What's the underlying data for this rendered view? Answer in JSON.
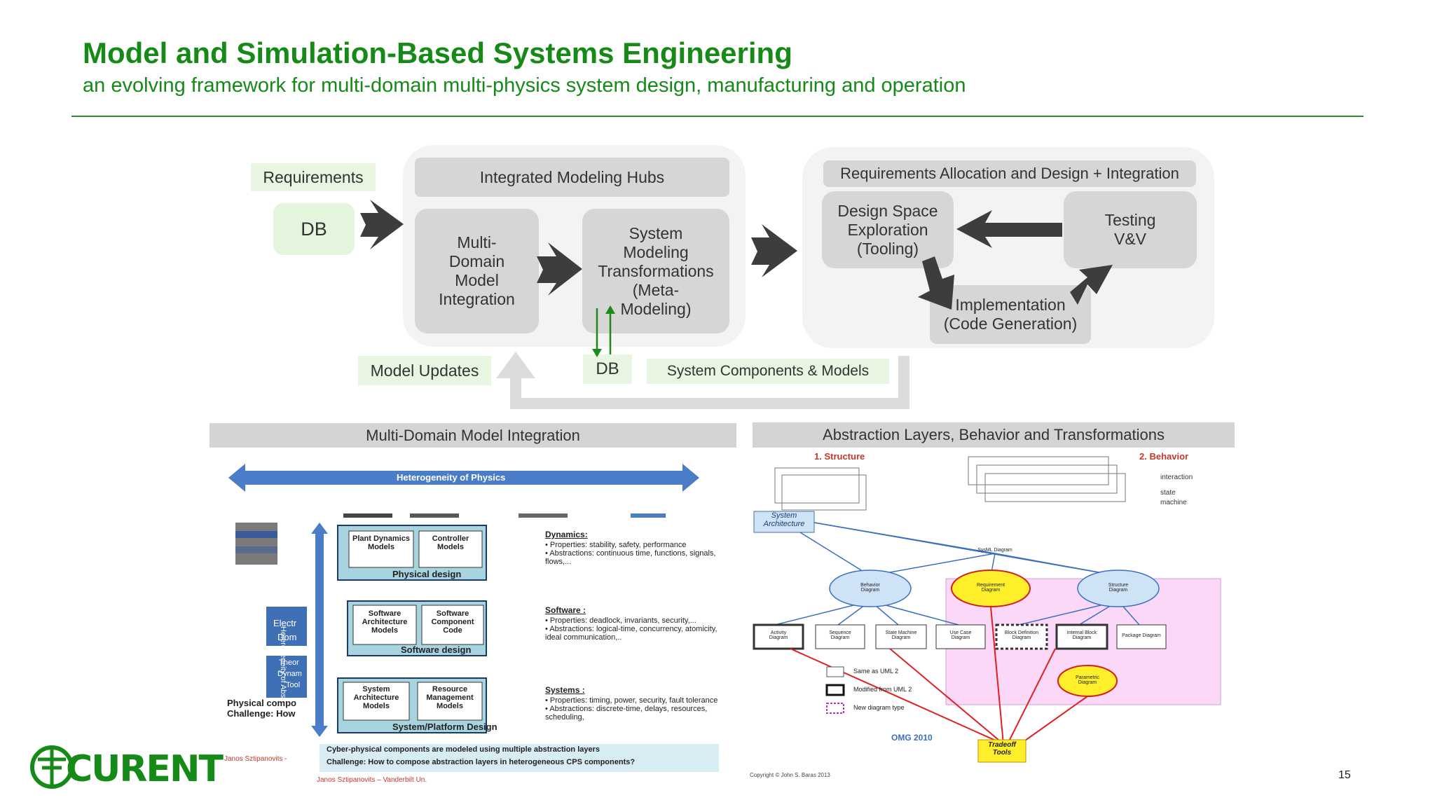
{
  "slide": {
    "title": "Model and Simulation-Based Systems Engineering",
    "subtitle": "an evolving framework for multi-domain multi-physics system design, manufacturing and operation",
    "page_number": "15",
    "accent_color": "#168a16"
  },
  "top_diagram": {
    "requirements": "Requirements",
    "db_left": "DB",
    "hubs_header": "Integrated Modeling Hubs",
    "mdmi_box": "Multi-\nDomain\nModel\nIntegration",
    "smt_box": "System\nModeling\nTransformations\n(Meta-\nModeling)",
    "db_center": "DB",
    "model_updates": "Model Updates",
    "system_components": "System Components & Models",
    "right_header": "Requirements Allocation and Design + Integration",
    "dse_box": "Design Space\nExploration\n(Tooling)",
    "testing_box": "Testing\nV&V",
    "impl_box": "Implementation\n(Code Generation)"
  },
  "lower_left": {
    "header": "Multi-Domain Model Integration",
    "heterogeneity_physics": "Heterogeneity of Physics",
    "heterogeneity_abstractions": "Heterogeneity of Abstractions",
    "layers": [
      {
        "left": "Plant Dynamics\nModels",
        "right": "Controller\nModels",
        "caption": "Physical design",
        "desc_title": "Dynamics:",
        "desc": "• Properties: stability, safety, performance\n• Abstractions: continuous time, functions, signals, flows,..."
      },
      {
        "left": "Software\nArchitecture\nModels",
        "right": "Software\nComponent\nCode",
        "caption": "Software design",
        "desc_title": "Software :",
        "desc": "• Properties: deadlock, invariants, security,...\n• Abstractions: logical-time, concurrency, atomicity, ideal communication,.."
      },
      {
        "left": "System\nArchitecture\nModels",
        "right": "Resource\nManagement\nModels",
        "caption": "System/Platform Design",
        "desc_title": "Systems :",
        "desc": "• Properties: timing, power, security, fault tolerance\n• Abstractions: discrete-time, delays, resources, scheduling,"
      }
    ],
    "side_labels": [
      "Electr",
      "Dom",
      "Theor",
      "Dynam",
      "Tool"
    ],
    "physical_text": "Physical compo\nChallenge: How",
    "footer_line1": "Cyber-physical components  are modeled using multiple abstraction layers",
    "footer_line2": "Challenge: How to compose abstraction layers in heterogeneous CPS components?",
    "author1": "Janos Sztipanovits -",
    "author2": "Janos Sztipanovits – Vanderbilt Un.",
    "logo_text": "CURENT"
  },
  "lower_right": {
    "header": "Abstraction Layers, Behavior and Transformations",
    "structure_label": "1. Structure",
    "behavior_label": "2. Behavior",
    "behavior_notes": [
      "interaction",
      "state",
      "machine"
    ],
    "system_architecture": "System\nArchitecture",
    "sysml_diagram": "SysML Diagram",
    "mid_nodes": [
      "Behavior\nDiagram",
      "Requirement\nDiagram",
      "Structure\nDiagram"
    ],
    "bottom_nodes": [
      "Activity\nDiagram",
      "Sequence\nDiagram",
      "State Machine\nDiagram",
      "Use Case\nDiagram",
      "Block Definition\nDiagram",
      "Internal Block\nDiagram",
      "Package Diagram"
    ],
    "parametric": "Parametric\nDiagram",
    "legend": [
      "Same as UML 2",
      "Modified from UML 2",
      "New diagram type"
    ],
    "omg": "OMG 2010",
    "tradeoff": "Tradeoff\nTools",
    "copyright": "Copyright © John S. Baras 2013"
  }
}
